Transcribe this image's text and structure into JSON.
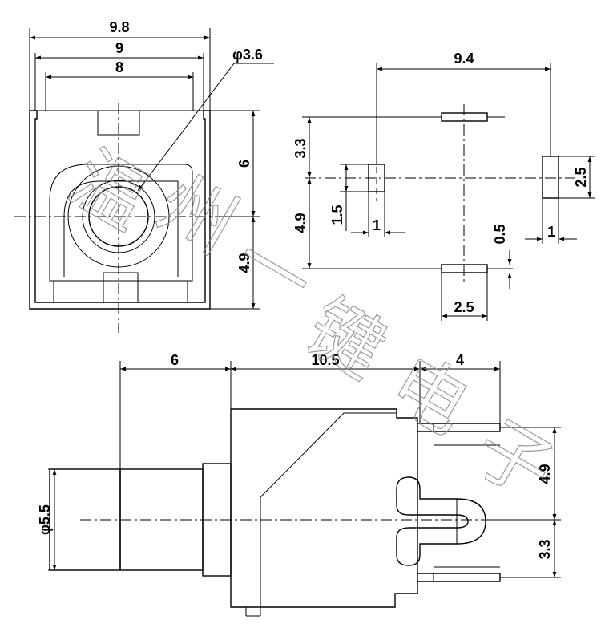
{
  "front_view": {
    "width_outer": "9.8",
    "width_mid": "9",
    "width_inner": "8",
    "hole_diameter": "φ3.6",
    "height_upper": "6",
    "height_lower": "4.9"
  },
  "pin_layout": {
    "width_total": "9.4",
    "offset_top": "3.3",
    "offset_bottom": "4.9",
    "pin_height_left": "1.5",
    "pin_width_left": "1",
    "pin_height_right": "2.5",
    "pin_width_right": "1",
    "pin_thickness": "0.5",
    "pin_width_bottom": "2.5"
  },
  "side_view": {
    "length_front": "6",
    "length_body": "10.5",
    "length_pins": "4",
    "barrel_diameter": "φ5.5",
    "pin_offset_upper": "4.9",
    "pin_offset_lower": "3.3"
  },
  "watermark": [
    "温",
    "州",
    "一",
    "键",
    "电",
    "子"
  ]
}
